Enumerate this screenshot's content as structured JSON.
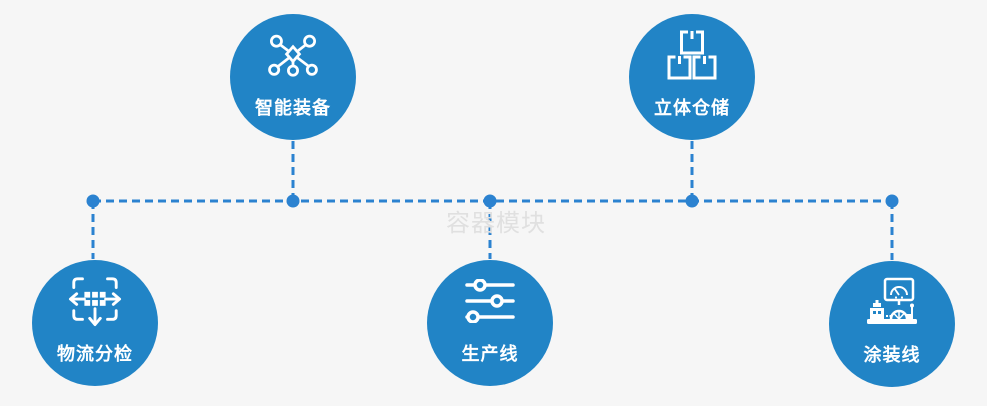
{
  "watermark": "容器模块",
  "colors": {
    "accent": "#2184c6",
    "line": "#2b82d0",
    "bg": "#f6f6f6",
    "watermark": "#e0e0e0",
    "icon": "#ffffff"
  },
  "nodes": [
    {
      "label": "智能装备",
      "icon": "network-nodes-icon"
    },
    {
      "label": "立体仓储",
      "icon": "stacked-boxes-icon"
    },
    {
      "label": "物流分检",
      "icon": "move-sort-icon"
    },
    {
      "label": "生产线",
      "icon": "sliders-icon"
    },
    {
      "label": "涂装线",
      "icon": "paint-machine-icon"
    }
  ]
}
